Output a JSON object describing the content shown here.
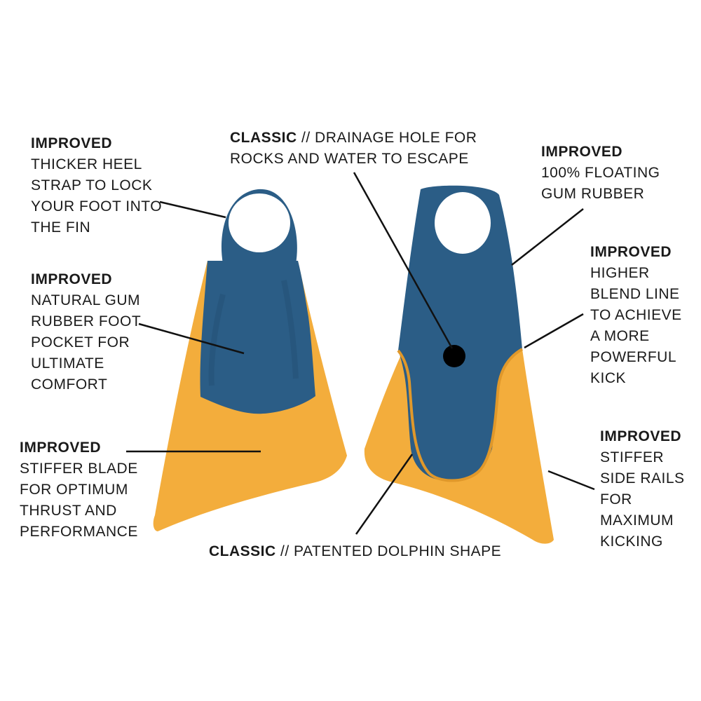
{
  "colors": {
    "blue": "#2b5d86",
    "blue_dark": "#1f4a6e",
    "orange": "#f3ad3c",
    "orange_dark": "#e0982a",
    "background": "#ffffff",
    "text": "#1a1a1a"
  },
  "callouts": {
    "heel_strap": {
      "heading": "IMPROVED",
      "lines": [
        "THICKER HEEL",
        "STRAP TO LOCK",
        "YOUR FOOT INTO",
        "THE FIN"
      ]
    },
    "foot_pocket": {
      "heading": "IMPROVED",
      "lines": [
        "NATURAL GUM",
        "RUBBER FOOT",
        "POCKET FOR",
        "ULTIMATE",
        "COMFORT"
      ]
    },
    "blade": {
      "heading": "IMPROVED",
      "lines": [
        "STIFFER BLADE",
        "FOR OPTIMUM",
        "THRUST AND",
        "PERFORMANCE"
      ]
    },
    "drainage": {
      "tag": "CLASSIC",
      "text": " // DRAINAGE HOLE FOR",
      "line2": "ROCKS AND WATER TO ESCAPE"
    },
    "floating": {
      "heading": "IMPROVED",
      "lines": [
        "100% FLOATING",
        "GUM RUBBER"
      ]
    },
    "blend_line": {
      "heading": "IMPROVED",
      "lines": [
        "HIGHER",
        "BLEND LINE",
        "TO ACHIEVE",
        "A MORE",
        "POWERFUL",
        "KICK"
      ]
    },
    "side_rails": {
      "heading": "IMPROVED",
      "lines": [
        "STIFFER",
        "SIDE RAILS",
        "FOR",
        "MAXIMUM",
        "KICKING"
      ]
    },
    "dolphin": {
      "tag": "CLASSIC",
      "text": " // PATENTED DOLPHIN SHAPE"
    }
  }
}
